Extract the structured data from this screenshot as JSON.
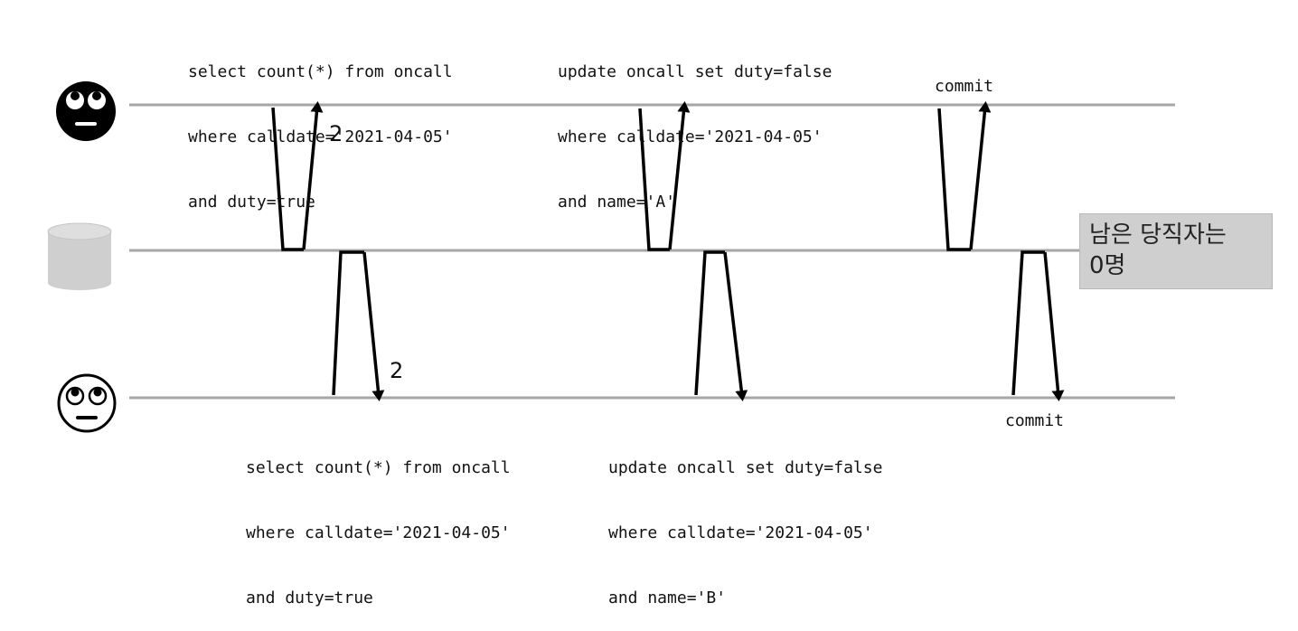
{
  "actors": {
    "user_a": {
      "icon": "rolling-eyes-face-icon",
      "color": "#000000"
    },
    "database": {
      "icon": "database-cylinder-icon",
      "color": "#cfcfcf"
    },
    "user_b": {
      "icon": "rolling-eyes-face-icon",
      "color": "#ffffff"
    }
  },
  "user_a": {
    "query1": [
      "select count(*) from oncall",
      "where calldate='2021-04-05'",
      "and duty=true"
    ],
    "result1": "2",
    "query2": [
      "update oncall set duty=false",
      "where calldate='2021-04-05'",
      "and name='A'"
    ],
    "query3": "commit"
  },
  "user_b": {
    "query1": [
      "select count(*) from oncall",
      "where calldate='2021-04-05'",
      "and duty=true"
    ],
    "result1": "2",
    "query2": [
      "update oncall set duty=false",
      "where calldate='2021-04-05'",
      "and name='B'"
    ],
    "query3": "commit"
  },
  "result_box": {
    "line1": "남은 당직자는",
    "line2": "0명"
  },
  "colors": {
    "timeline": "#a6a6a6",
    "arrow": "#000000",
    "box": "#cfcfcf"
  }
}
